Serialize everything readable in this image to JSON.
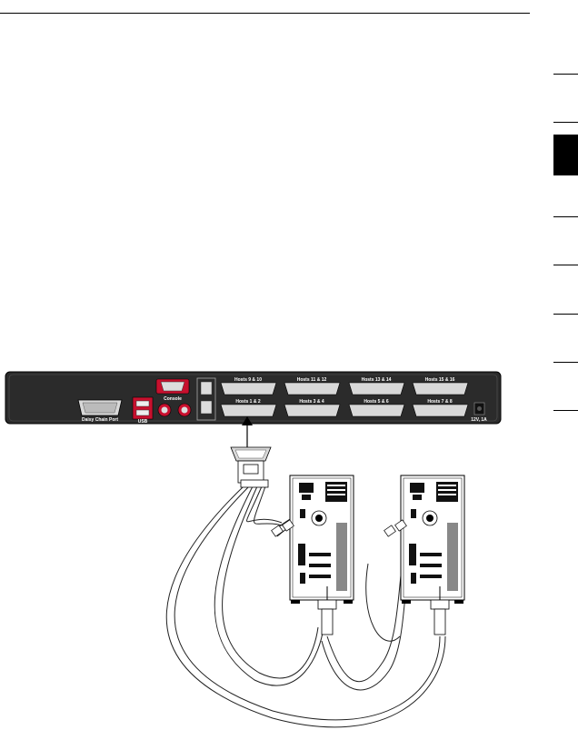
{
  "kvm_panel": {
    "port_labels_top": [
      "Hosts 9 & 10",
      "Hosts 11 & 12",
      "Hosts 13 & 14",
      "Hosts 15 & 16"
    ],
    "port_labels_bottom": [
      "Hosts 1 & 2",
      "Hosts 3 & 4",
      "Hosts 5 & 6",
      "Hosts 7 & 8"
    ],
    "daisy_chain_label": "Daisy Chain Port",
    "console_label": "Console",
    "usb_label": "USB",
    "power_label": "12V, 1A"
  },
  "computers": [
    {
      "name": "host-computer-left"
    },
    {
      "name": "host-computer-right"
    }
  ],
  "colors": {
    "panel": "#2b2b2b",
    "accent_red": "#c8102e",
    "connector": "#d8d8d8"
  }
}
